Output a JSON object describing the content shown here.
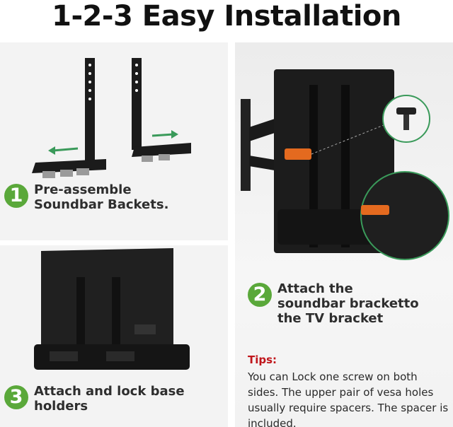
{
  "title": "1-2-3  Easy Installation",
  "steps": [
    {
      "number": "1",
      "text_line1": "Pre-assemble",
      "text_line2": "Soundbar Backets."
    },
    {
      "number": "2",
      "text_line1": "Attach the",
      "text_line2": "soundbar bracketto",
      "text_line3": "the TV bracket"
    },
    {
      "number": "3",
      "text_line1": "Attach and lock base",
      "text_line2": "holders"
    }
  ],
  "tips": {
    "title": "Tips:",
    "body": "You can Lock one screw on both sides. The upper pair of vesa holes usually require spacers. The spacer is included."
  },
  "colors": {
    "step_badge": "#5aa83a",
    "tips_title": "#c0151b",
    "arrow": "#3a9a5a",
    "screwdriver": "#e46a1f"
  }
}
